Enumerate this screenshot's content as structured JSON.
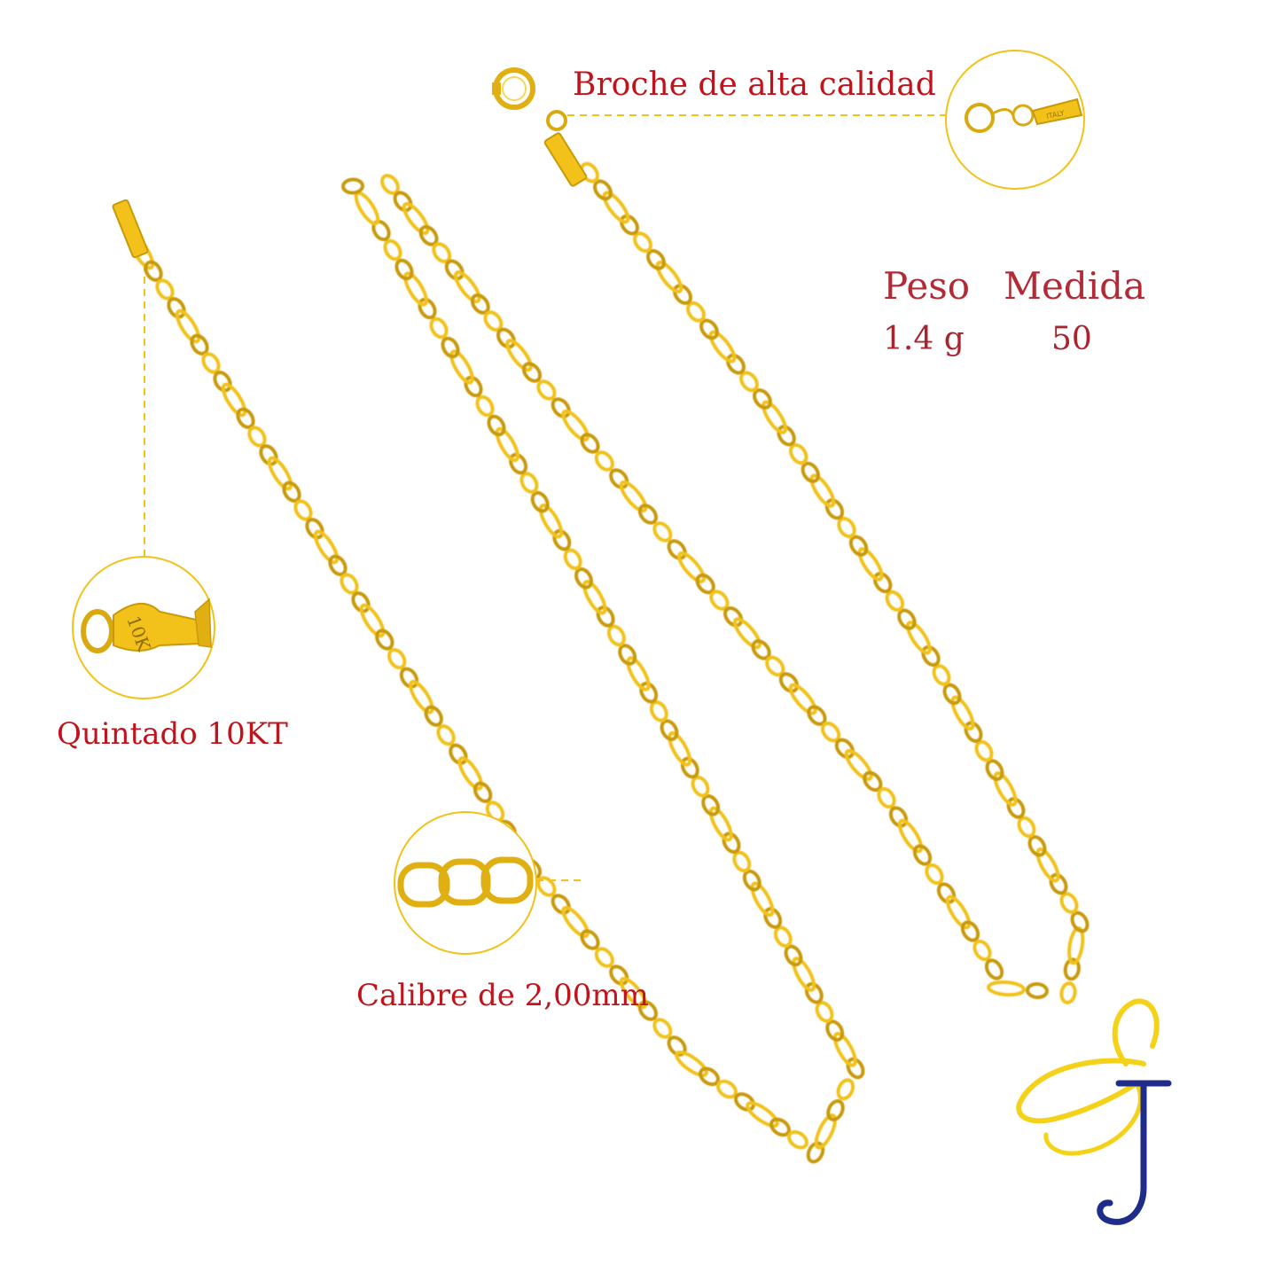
{
  "labels": {
    "clasp": "Broche de alta calidad",
    "stamp": "Quintado 10KT",
    "gauge": "Calibre de 2,00mm"
  },
  "specs": {
    "weight_header": "Peso",
    "size_header": "Medida",
    "weight_value": "1.4 g",
    "size_value": "50"
  },
  "engravings": {
    "tag_mark": "10K",
    "clasp_tag_mark": "ITALY"
  },
  "colors": {
    "gold": "#f2c21a",
    "gold_dark": "#c99a08",
    "label_red": "#c0141c",
    "logo_blue": "#1f2c8c",
    "logo_yellow": "#f5d21a"
  },
  "icons": {
    "logo": "jewelry-brand-logo-icon"
  }
}
